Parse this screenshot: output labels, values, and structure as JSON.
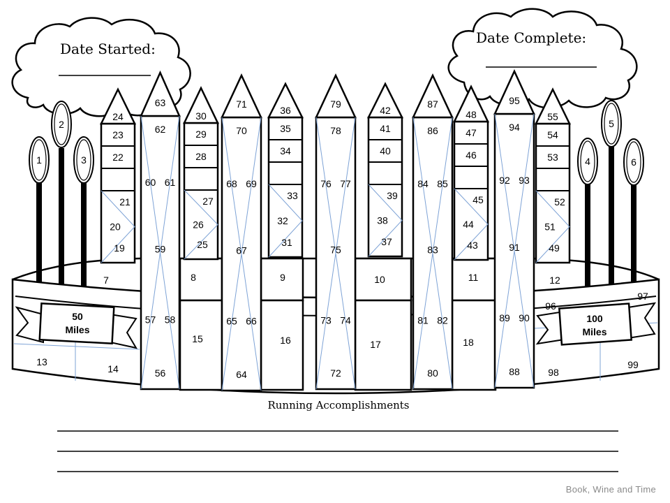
{
  "started": {
    "label": "Date Started:"
  },
  "complete": {
    "label": "Date Complete:"
  },
  "title": "Running Accomplishments",
  "banner_left": {
    "line1": "50",
    "line2": "Miles"
  },
  "banner_right": {
    "line1": "100",
    "line2": "Miles"
  },
  "credit": "Book, Wine and Time",
  "candles": [
    {
      "n": "1"
    },
    {
      "n": "2"
    },
    {
      "n": "3"
    },
    {
      "n": "4"
    },
    {
      "n": "5"
    },
    {
      "n": "6"
    }
  ],
  "crayons": [
    {
      "nums": [
        "24",
        "23",
        "22",
        "21",
        "20",
        "19"
      ]
    },
    {
      "nums": [
        "63",
        "62",
        "60",
        "61",
        "59",
        "57",
        "58",
        "56"
      ]
    },
    {
      "nums": [
        "30",
        "29",
        "28",
        "27",
        "26",
        "25"
      ]
    },
    {
      "nums": [
        "71",
        "70",
        "68",
        "69",
        "67",
        "65",
        "66",
        "64"
      ]
    },
    {
      "nums": [
        "36",
        "35",
        "34",
        "33",
        "32",
        "31"
      ]
    },
    {
      "nums": [
        "79",
        "78",
        "76",
        "77",
        "75",
        "73",
        "74",
        "72"
      ]
    },
    {
      "nums": [
        "42",
        "41",
        "40",
        "39",
        "38",
        "37"
      ]
    },
    {
      "nums": [
        "87",
        "86",
        "84",
        "85",
        "83",
        "81",
        "82",
        "80"
      ]
    },
    {
      "nums": [
        "48",
        "47",
        "46",
        "45",
        "44",
        "43"
      ]
    },
    {
      "nums": [
        "95",
        "94",
        "92",
        "93",
        "91",
        "89",
        "90",
        "88"
      ]
    },
    {
      "nums": [
        "55",
        "54",
        "53",
        "52",
        "51",
        "49"
      ]
    }
  ],
  "cake_cells": [
    "7",
    "8",
    "9",
    "10",
    "11",
    "12",
    "13",
    "14",
    "15",
    "16",
    "17",
    "18",
    "96",
    "97",
    "98",
    "99"
  ]
}
